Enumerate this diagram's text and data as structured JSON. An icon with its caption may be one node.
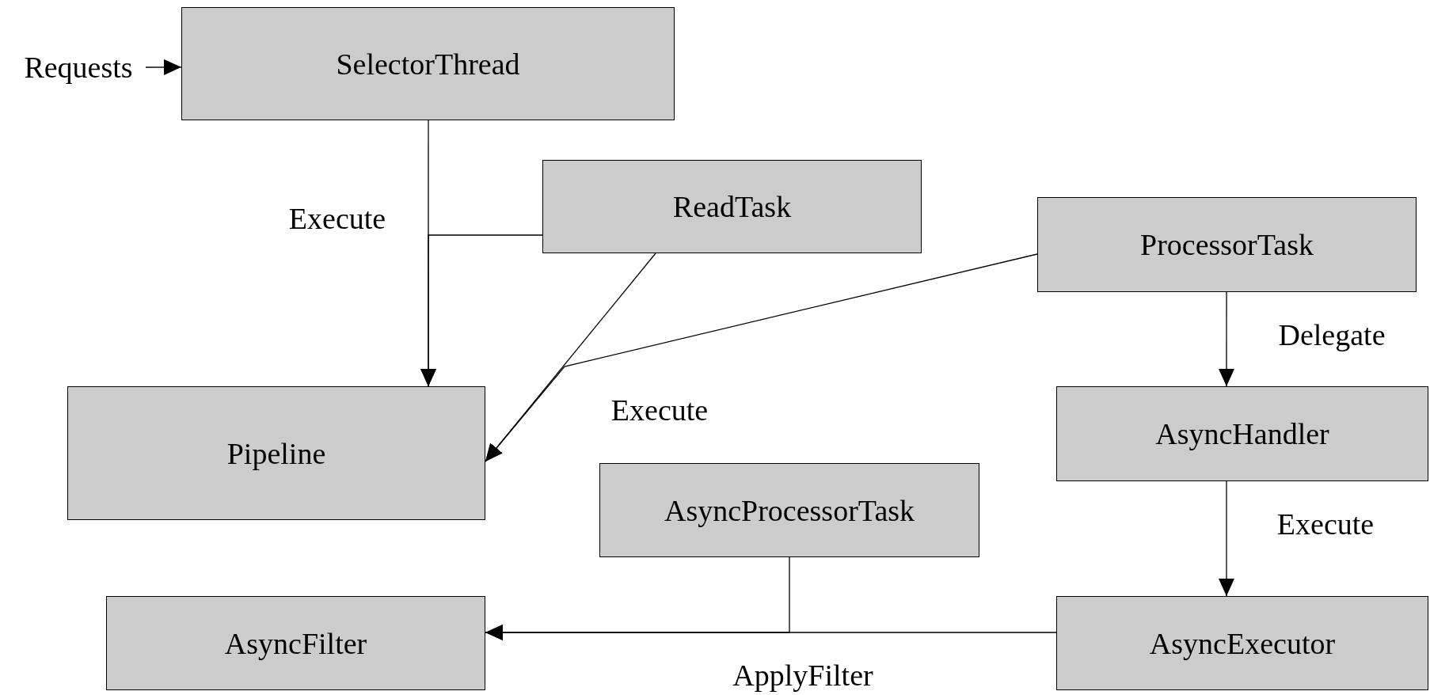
{
  "diagram": {
    "nodes": [
      {
        "text": [
          "Requests"
        ]
      },
      {
        "text": [
          "SelectorThread"
        ]
      },
      {
        "text": [
          "ReadTask"
        ]
      },
      {
        "text": [
          "ProcessorTask"
        ]
      },
      {
        "text": [
          "Pipeline"
        ]
      },
      {
        "text": [
          "AsyncHandler"
        ]
      },
      {
        "text": [
          "AsyncProcessorTask"
        ]
      },
      {
        "text": [
          "AsyncFilter"
        ]
      },
      {
        "text": [
          "AsyncExecutor"
        ]
      }
    ],
    "edges": [
      {
        "from": 0,
        "to": 1,
        "arrow": "to"
      },
      {
        "from": 1,
        "to": 4,
        "arrow": "to",
        "label": "Execute"
      },
      {
        "from": 2,
        "to": 4,
        "arrow": "to"
      },
      {
        "from": 2,
        "to": 4,
        "arrow": "to",
        "label": "Execute"
      },
      {
        "from": 3,
        "to": 4,
        "arrow": "to"
      },
      {
        "from": 3,
        "to": 5,
        "arrow": "to",
        "label": "Delegate"
      },
      {
        "from": 5,
        "to": 8,
        "arrow": "to",
        "label": "Execute"
      },
      {
        "from": 8,
        "to": 7,
        "arrow": "to",
        "label": "ApplyFilter"
      },
      {
        "from": 6,
        "to": 7,
        "arrow": "to"
      }
    ]
  }
}
